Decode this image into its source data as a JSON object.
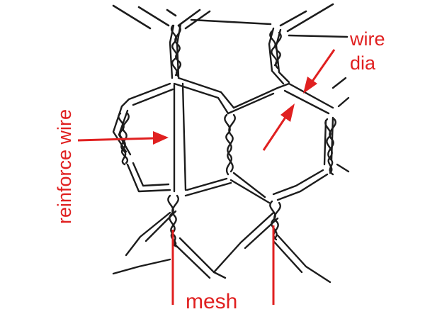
{
  "labels": {
    "wire_dia_line1": "wire",
    "wire_dia_line2": "dia",
    "reinforce_wire": "reinforce wire",
    "mesh": "mesh"
  },
  "colors": {
    "annotation": "#e02020",
    "wire": "#1c1c1c",
    "background": "#ffffff"
  }
}
